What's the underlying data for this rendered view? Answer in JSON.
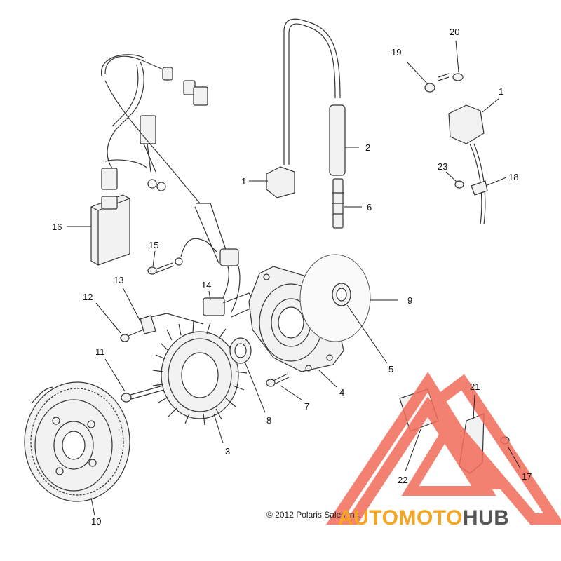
{
  "callouts": [
    {
      "label": "1"
    },
    {
      "label": "1"
    },
    {
      "label": "2"
    },
    {
      "label": "3"
    },
    {
      "label": "4"
    },
    {
      "label": "5"
    },
    {
      "label": "6"
    },
    {
      "label": "7"
    },
    {
      "label": "8"
    },
    {
      "label": "9"
    },
    {
      "label": "10"
    },
    {
      "label": "11"
    },
    {
      "label": "12"
    },
    {
      "label": "13"
    },
    {
      "label": "14"
    },
    {
      "label": "15"
    },
    {
      "label": "16"
    },
    {
      "label": "17"
    },
    {
      "label": "18"
    },
    {
      "label": "19"
    },
    {
      "label": "20"
    },
    {
      "label": "21"
    },
    {
      "label": "22"
    },
    {
      "label": "23"
    }
  ],
  "copyright": "© 2012 Polaris Sales Inc.",
  "watermark": {
    "part1": "AUTOMOTO",
    "part2": "HUB",
    "color_primary": "#f26c5a",
    "color_secondary": "#f5a623",
    "color_dark": "#555555"
  }
}
